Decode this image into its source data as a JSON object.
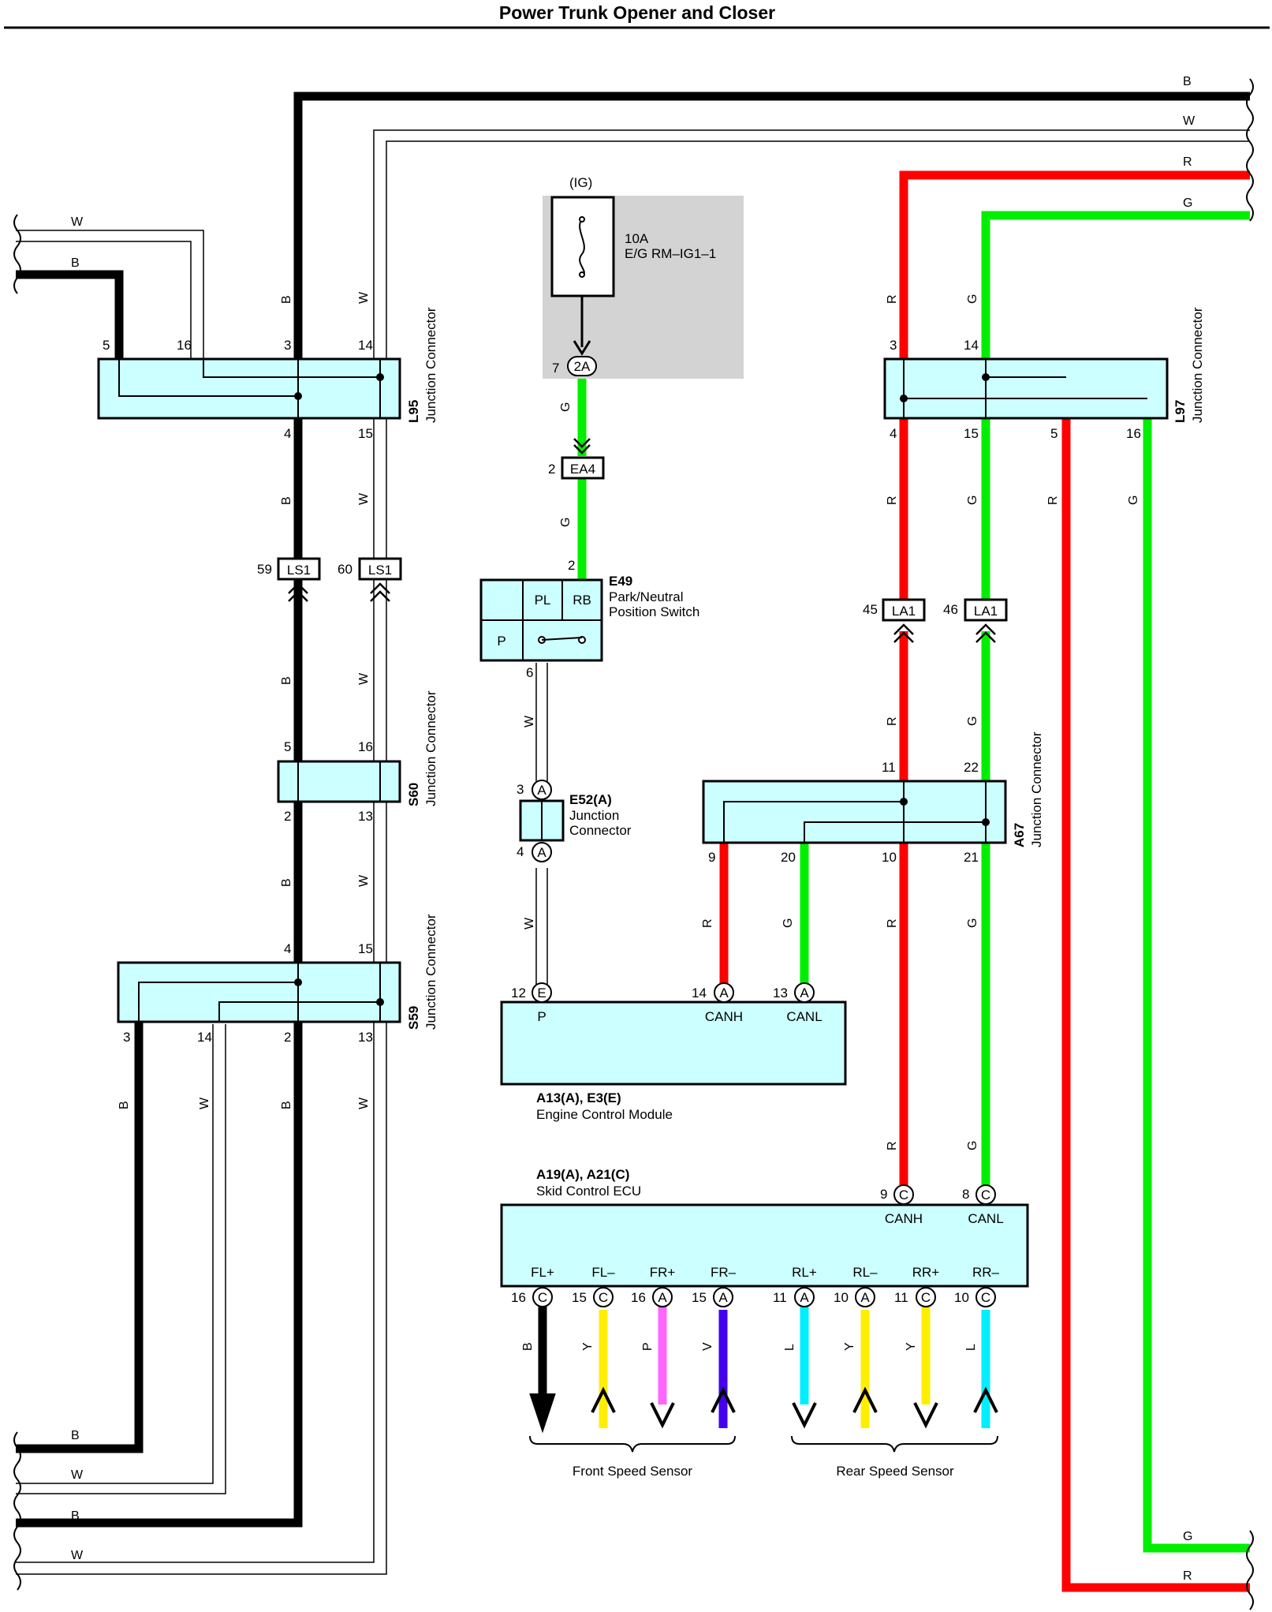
{
  "title": "Power Trunk Opener and Closer",
  "colors": {
    "B": "#000000",
    "W": "#ffffff",
    "R": "#ff0000",
    "G": "#00ee00",
    "Y": "#ffee00",
    "P": "#ff66ff",
    "V": "#4400ee",
    "L": "#00eeff",
    "component_fill": "#ccffff",
    "fuse_panel": "#d3d3d3"
  },
  "fuse": {
    "source": "(IG)",
    "rating": "10A",
    "name": "E/G RM–IG1–1",
    "pin": "7",
    "connector": "2A"
  },
  "connectors": {
    "ea4": {
      "pin": "2",
      "name": "EA4"
    },
    "ls1_b": {
      "pin": "59",
      "name": "LS1"
    },
    "ls1_w": {
      "pin": "60",
      "name": "LS1"
    },
    "la1_r": {
      "pin": "45",
      "name": "LA1"
    },
    "la1_g": {
      "pin": "46",
      "name": "LA1"
    }
  },
  "components": {
    "l95": {
      "ref": "L95",
      "desc": "Junction Connector",
      "pins": [
        "5",
        "16",
        "3",
        "14",
        "4",
        "15"
      ]
    },
    "l97": {
      "ref": "L97",
      "desc": "Junction Connector",
      "pins": [
        "3",
        "14",
        "4",
        "15",
        "5",
        "16"
      ]
    },
    "s60": {
      "ref": "S60",
      "desc": "Junction Connector",
      "pins": [
        "5",
        "16",
        "2",
        "13"
      ]
    },
    "s59": {
      "ref": "S59",
      "desc": "Junction Connector",
      "pins": [
        "4",
        "15",
        "3",
        "14",
        "2",
        "13"
      ]
    },
    "a67": {
      "ref": "A67",
      "desc": "Junction Connector",
      "pins": [
        "11",
        "22",
        "9",
        "20",
        "10",
        "21"
      ]
    },
    "e49": {
      "ref": "E49",
      "desc1": "Park/Neutral",
      "desc2": "Position Switch",
      "pin_in": "2",
      "pin_out": "6",
      "cells": [
        "PL",
        "RB",
        "P"
      ]
    },
    "e52": {
      "ref": "E52(A)",
      "desc1": "Junction",
      "desc2": "Connector",
      "pin_top": "3",
      "pin_bottom": "4",
      "letter": "A"
    },
    "ecm": {
      "ref": "A13(A), E3(E)",
      "desc": "Engine Control Module",
      "pins": [
        {
          "num": "12",
          "letter": "E",
          "name": "P"
        },
        {
          "num": "14",
          "letter": "A",
          "name": "CANH"
        },
        {
          "num": "13",
          "letter": "A",
          "name": "CANL"
        }
      ]
    },
    "skid": {
      "ref": "A19(A), A21(C)",
      "desc": "Skid Control ECU",
      "can_pins": [
        {
          "num": "9",
          "letter": "C",
          "name": "CANH"
        },
        {
          "num": "8",
          "letter": "C",
          "name": "CANL"
        }
      ],
      "sensor_pins": [
        {
          "num": "16",
          "letter": "C",
          "name": "FL+",
          "wire": "B"
        },
        {
          "num": "15",
          "letter": "C",
          "name": "FL–",
          "wire": "Y"
        },
        {
          "num": "16",
          "letter": "A",
          "name": "FR+",
          "wire": "P"
        },
        {
          "num": "15",
          "letter": "A",
          "name": "FR–",
          "wire": "V"
        },
        {
          "num": "11",
          "letter": "A",
          "name": "RL+",
          "wire": "L"
        },
        {
          "num": "10",
          "letter": "A",
          "name": "RL–",
          "wire": "Y"
        },
        {
          "num": "11",
          "letter": "C",
          "name": "RR+",
          "wire": "Y"
        },
        {
          "num": "10",
          "letter": "C",
          "name": "RR–",
          "wire": "L"
        }
      ]
    }
  },
  "sensors": {
    "front": "Front Speed Sensor",
    "rear": "Rear Speed Sensor"
  },
  "wire_codes": {
    "b": "B",
    "w": "W",
    "r": "R",
    "g": "G"
  }
}
